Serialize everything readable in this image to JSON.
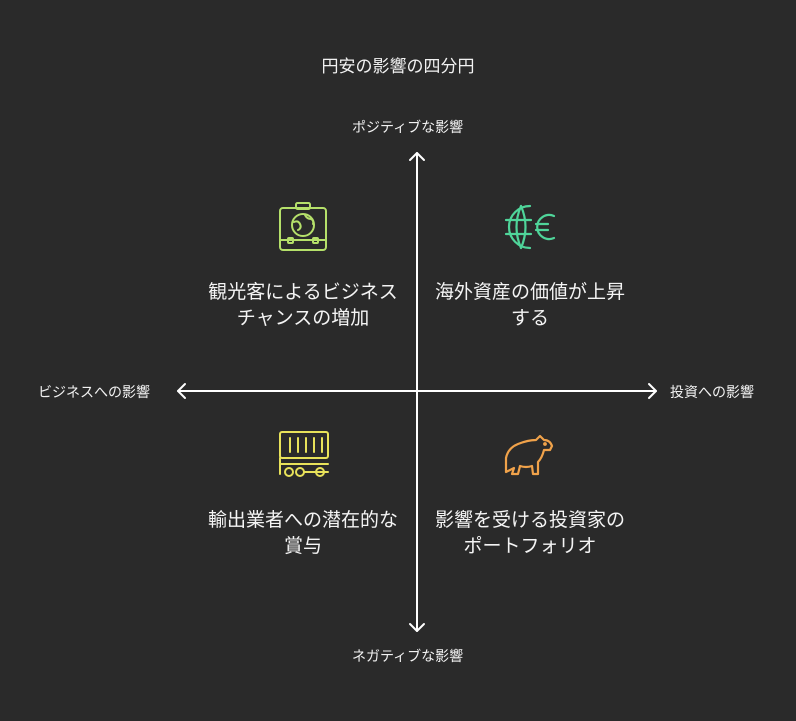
{
  "title": "円安の影響の四分円",
  "axes": {
    "top": "ポジティブな影響",
    "bottom": "ネガティブな影響",
    "left": "ビジネスへの影響",
    "right": "投資への影響"
  },
  "quadrants": {
    "top_left": {
      "text": "観光客によるビジネスチャンスの増加",
      "icon": "suitcase-globe-icon",
      "color": "#b5e06a"
    },
    "top_right": {
      "text": "海外資産の価値が上昇する",
      "icon": "globe-euro-icon",
      "color": "#4fd59a"
    },
    "bottom_left": {
      "text": "輸出業者への潜在的な賞与",
      "icon": "container-truck-icon",
      "color": "#e8e25a"
    },
    "bottom_right": {
      "text": "影響を受ける投資家のポートフォリオ",
      "icon": "bear-icon",
      "color": "#f0a24a"
    }
  }
}
